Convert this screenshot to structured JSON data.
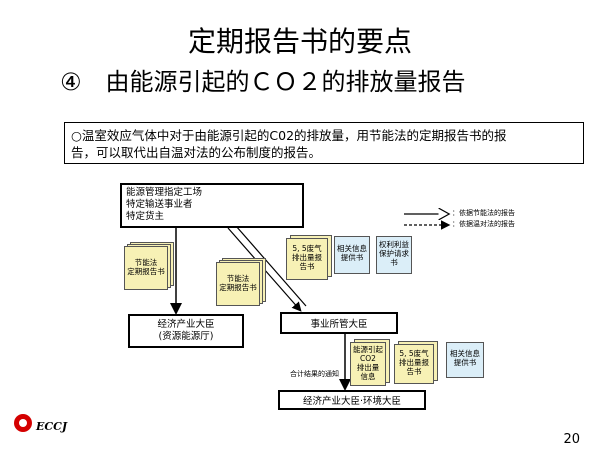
{
  "header": {
    "title": "定期报告书的要点",
    "subtitle": "④　由能源引起的ＣＯ２的排放量报告"
  },
  "summary": {
    "line1": "○温室效应气体中对于由能源引起的C02的排放量，用节能法的定期报告书的报",
    "line2": "告，可以取代出自温对法的公布制度的报告。"
  },
  "diagram": {
    "entities_box": {
      "line1": "能源管理指定工场",
      "line2": "特定输送事业者",
      "line3": "特定货主"
    },
    "doc_left_top": {
      "line1": "节能法",
      "line2": "定期报告书"
    },
    "doc_left_mid": {
      "line1": "节能法",
      "line2": "定期报告书"
    },
    "doc_ghg": {
      "line1": "5, 5废气",
      "line2": "排出量报",
      "line3": "告书"
    },
    "doc_info1": {
      "line1": "相关信息",
      "line2": "提供书"
    },
    "doc_rights": {
      "line1": "权利利益",
      "line2": "保护请求",
      "line3": "书"
    },
    "doc_co2": {
      "line1": "能源引起",
      "line2": "CO2",
      "line3": "排出量",
      "line4": "信息"
    },
    "doc_ghg2": {
      "line1": "5, 5废气",
      "line2": "排出量报",
      "line3": "告书"
    },
    "doc_info2": {
      "line1": "相关信息",
      "line2": "提供书"
    },
    "legend": {
      "item1": "：依据节能法的报告",
      "item2": "：依据温对法的报告"
    },
    "box_meti": {
      "line1": "经济产业大臣",
      "line2": "(资源能源厅)"
    },
    "box_jurisdiction": "事业所管大臣",
    "box_final": "经济产业大臣·环境大臣",
    "notice_label": "合计结果的通知"
  },
  "footer": {
    "logo_text": "ECCJ",
    "page_number": "20"
  },
  "colors": {
    "doc_yellow": "#f7f1b5",
    "doc_blue": "#dbeef8",
    "logo_red": "#d40000"
  }
}
